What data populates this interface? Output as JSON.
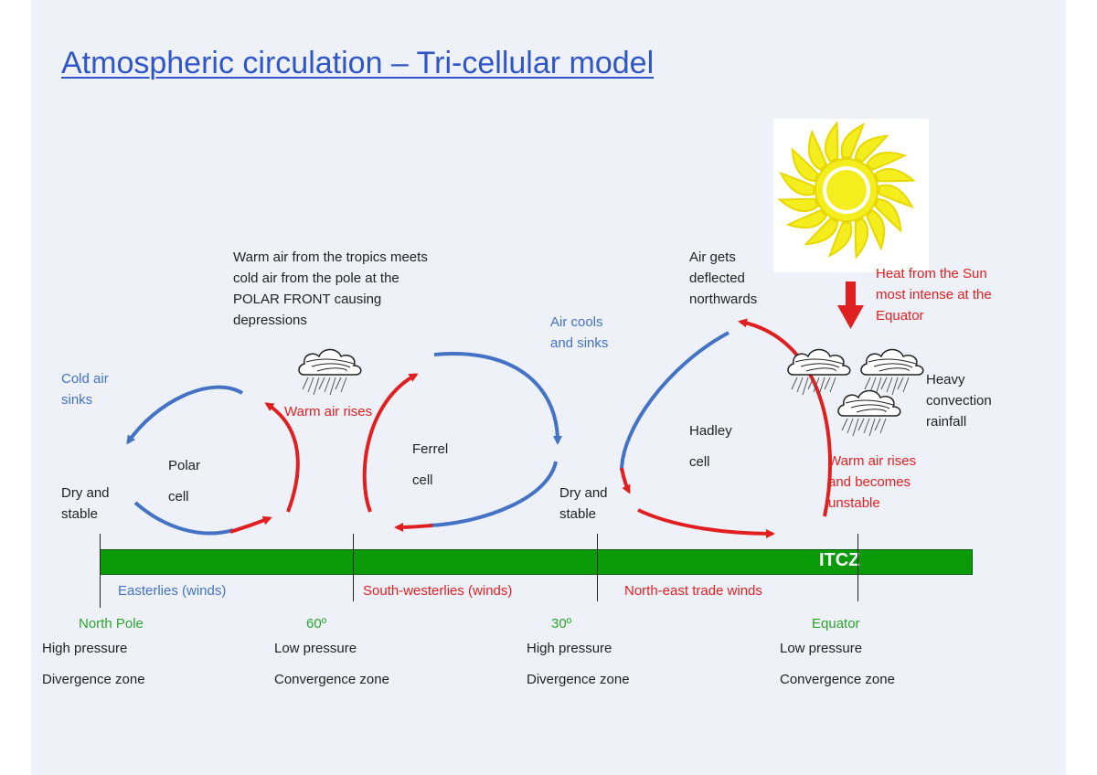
{
  "title": "Atmospheric circulation – Tri-cellular model",
  "bar_label": "ITCZ",
  "annotations": {
    "polar_front": [
      "Warm air from the tropics meets",
      "cold air from the pole at the",
      "POLAR FRONT causing",
      "depressions"
    ],
    "deflected": [
      "Air gets",
      "deflected",
      "northwards"
    ],
    "sun_heat": [
      "Heat from the Sun",
      "most intense at the",
      "Equator"
    ],
    "air_cools": [
      "Air cools",
      "and sinks"
    ],
    "cold_air": [
      "Cold air",
      "sinks"
    ],
    "warm_rises_1": "Warm air rises",
    "heavy_rain": [
      "Heavy",
      "convection",
      "rainfall"
    ],
    "warm_rises_2": [
      "Warm air rises",
      "and becomes",
      "unstable"
    ],
    "dry_stable_left": [
      "Dry and",
      "stable"
    ],
    "dry_stable_mid": [
      "Dry and",
      "stable"
    ]
  },
  "cells": {
    "polar": [
      "Polar",
      "cell"
    ],
    "ferrel": [
      "Ferrel",
      "cell"
    ],
    "hadley": [
      "Hadley",
      "cell"
    ]
  },
  "winds": {
    "easterlies": "Easterlies (winds)",
    "south_westerlies": "South-westerlies (winds)",
    "trade_winds": "North-east trade winds"
  },
  "latitudes": [
    {
      "name": "North Pole",
      "pressure": "High pressure",
      "zone": "Divergence zone"
    },
    {
      "name": "60º",
      "pressure": "Low pressure",
      "zone": "Convergence zone"
    },
    {
      "name": "30º",
      "pressure": "High pressure",
      "zone": "Divergence zone"
    },
    {
      "name": "Equator",
      "pressure": "Low pressure",
      "zone": "Convergence zone"
    }
  ],
  "colors": {
    "warm": "#e02020",
    "cold": "#4472c4",
    "ground": "#0a9a0a",
    "title": "#2f55c6",
    "sun": "#f4ee1e"
  },
  "icons": [
    "sun-icon",
    "rain-cloud-icon",
    "down-arrow-icon"
  ]
}
